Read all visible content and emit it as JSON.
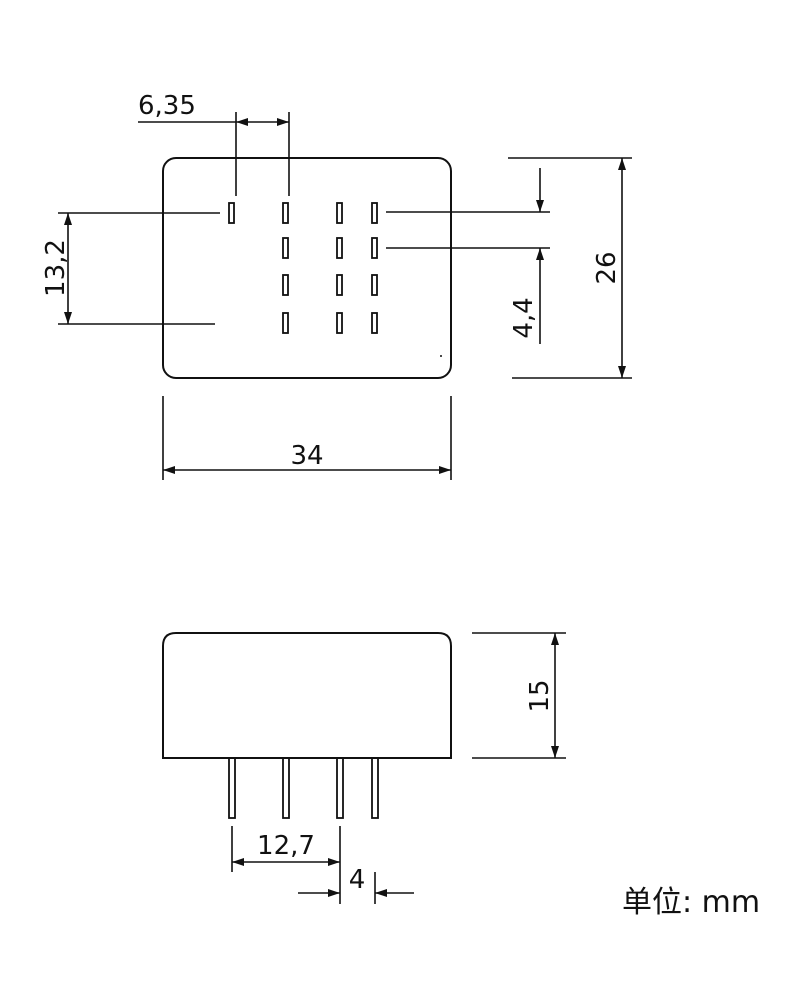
{
  "top_view": {
    "dims": {
      "pin_pitch_top": "6,35",
      "row_span_left": "13,2",
      "row_pitch_right": "4,4",
      "height": "26",
      "width": "34"
    }
  },
  "side_view": {
    "dims": {
      "body_height": "15",
      "pin_span": "12,7",
      "pin_gap": "4"
    }
  },
  "units_label": "单位: mm"
}
